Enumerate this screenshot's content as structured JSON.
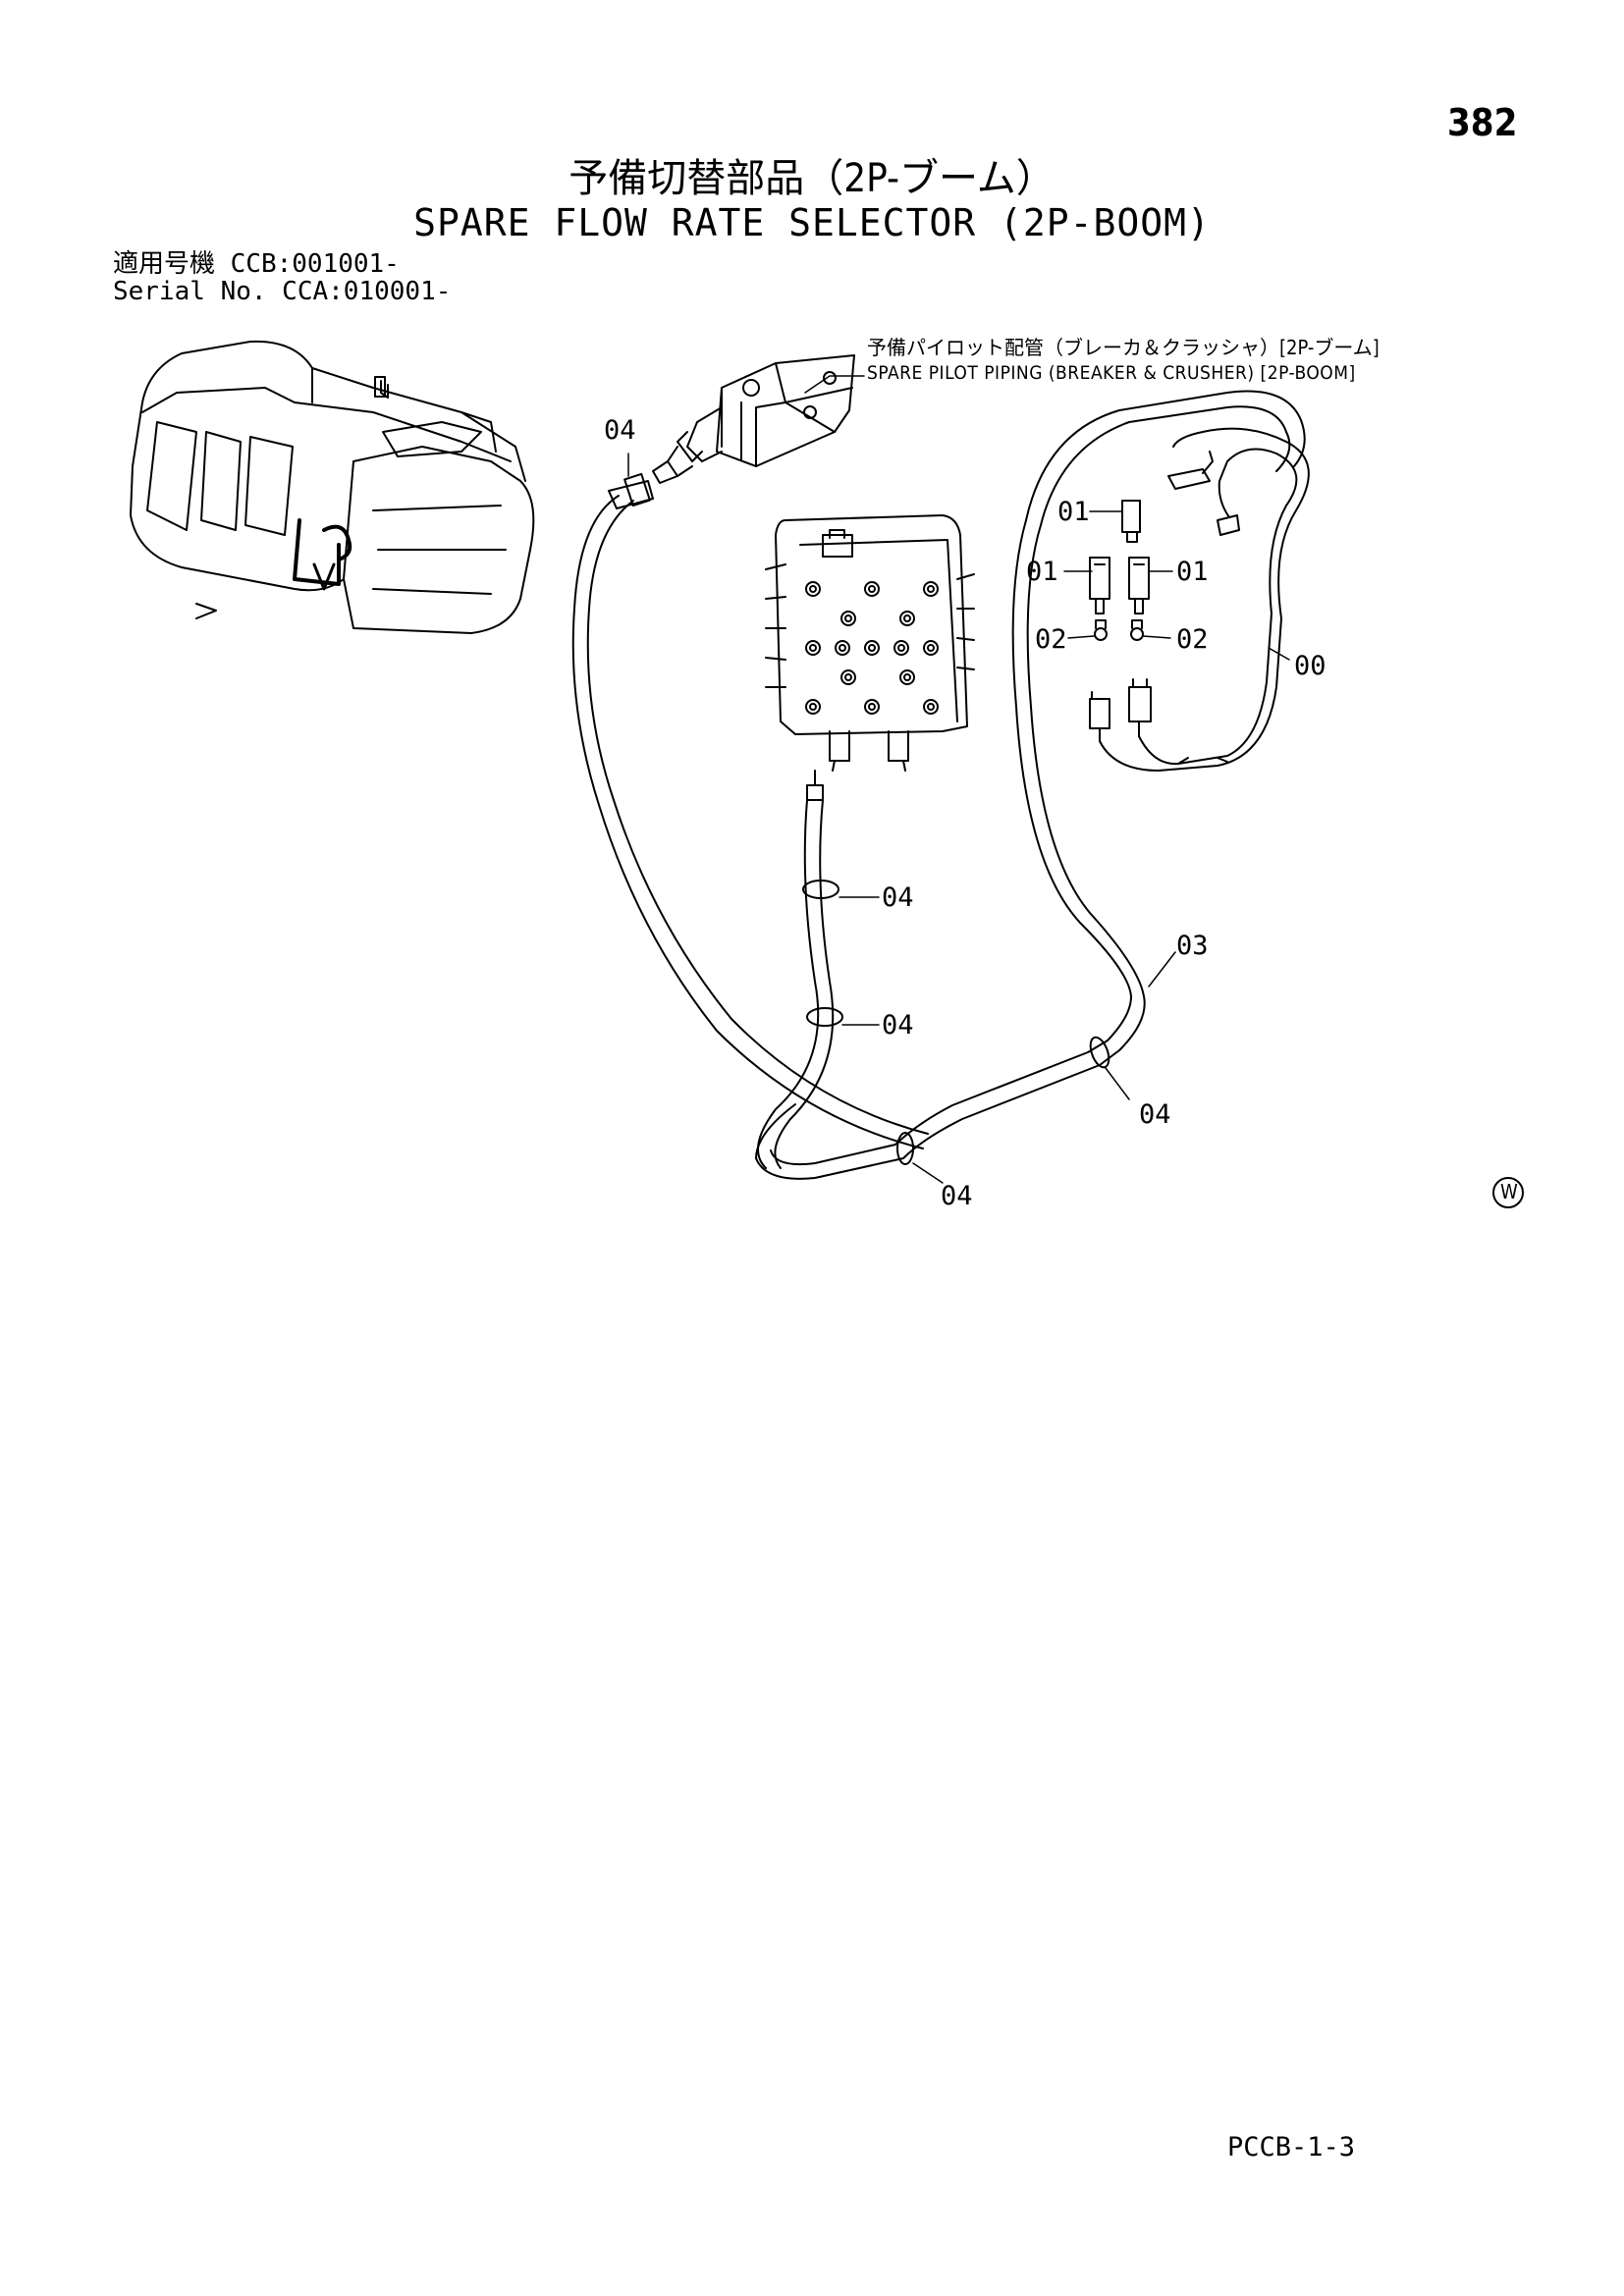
{
  "header": {
    "page_number": "382",
    "title_jp": "予備切替部品（2P-ブーム）",
    "title_en": "SPARE FLOW RATE SELECTOR (2P-BOOM)"
  },
  "serial": {
    "line1": "適用号機  CCB:001001-",
    "line2": "Serial No. CCA:010001-"
  },
  "callout": {
    "jp": "予備パイロット配管（ブレーカ＆クラッシャ）[2P-ブーム]",
    "en": "SPARE PILOT PIPING (BREAKER & CRUSHER) [2P-BOOM]"
  },
  "part_labels": {
    "p04_top": "04",
    "p01_top": "01",
    "p01_left": "01",
    "p01_right": "01",
    "p02_left": "02",
    "p02_right": "02",
    "p00": "00",
    "p04_mid1": "04",
    "p04_mid2": "04",
    "p03": "03",
    "p04_right": "04",
    "p04_bottom": "04"
  },
  "watermark": "W",
  "footer": {
    "code": "PCCB-1-3"
  }
}
